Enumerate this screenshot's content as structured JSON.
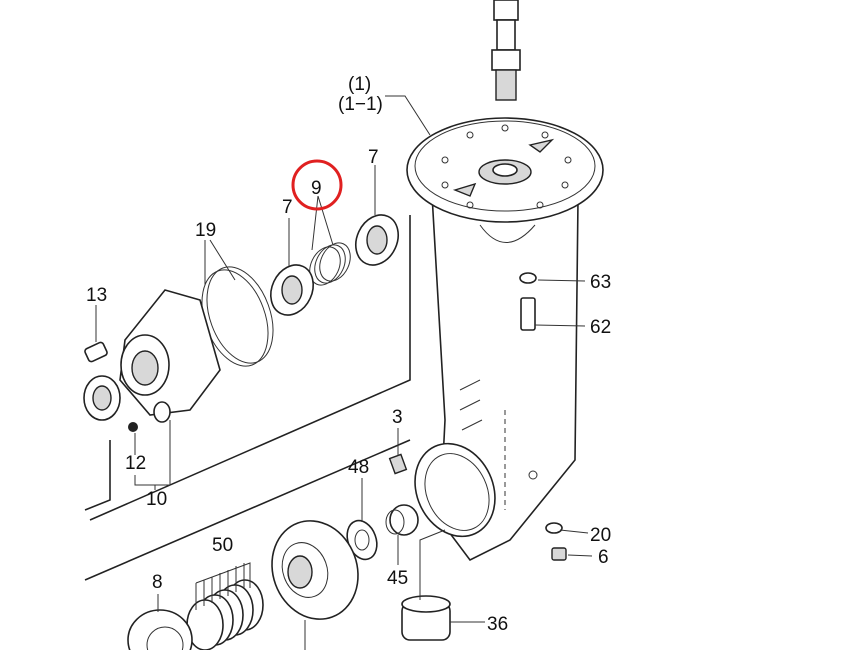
{
  "diagram": {
    "title": "Exploded parts diagram",
    "highlight_color": "#e02020",
    "highlighted_part": "9",
    "labels": {
      "p1": "(1)",
      "p1_1": "(1−1)",
      "p9": "9",
      "p7a": "7",
      "p7b": "7",
      "p19": "19",
      "p13": "13",
      "p63": "63",
      "p62": "62",
      "p3": "3",
      "p48": "48",
      "p12": "12",
      "p10": "10",
      "p20": "20",
      "p6": "6",
      "p50": "50",
      "p8": "8",
      "p45": "45",
      "p36": "36"
    }
  }
}
